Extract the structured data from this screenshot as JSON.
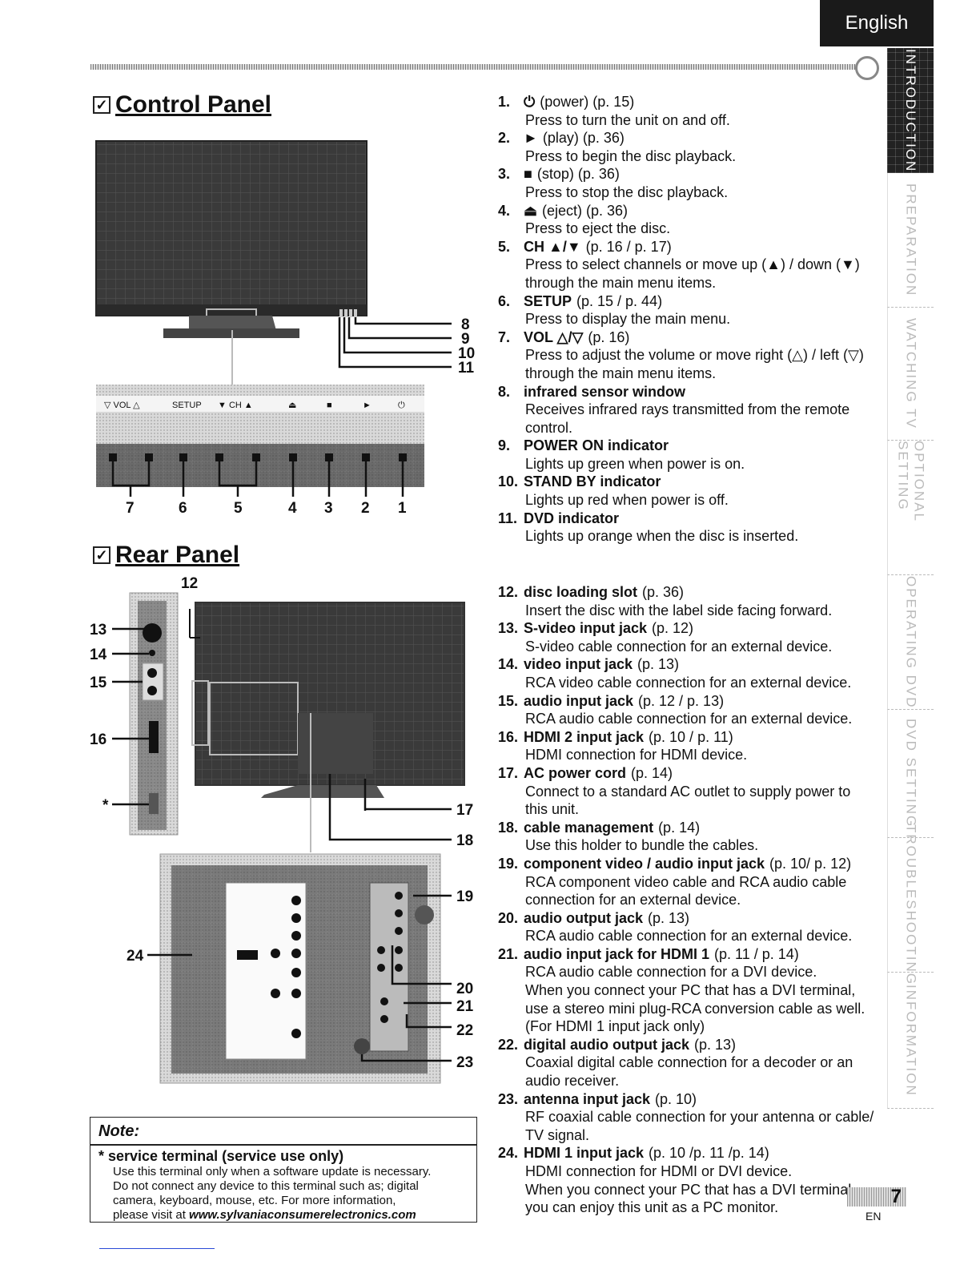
{
  "header": {
    "language": "English"
  },
  "side_tabs": [
    "INTRODUCTION",
    "PREPARATION",
    "WATCHING TV",
    "OPTIONAL SETTING",
    "OPERATING DVD",
    "DVD SETTING",
    "TROUBLESHOOTING",
    "INFORMATION"
  ],
  "control_panel": {
    "title": "Control Panel",
    "button_labels": [
      "▽ VOL △",
      "SETUP",
      "▼ CH ▲",
      "⏏",
      "■",
      "►",
      "⏻"
    ],
    "callouts_right": [
      "8",
      "9",
      "10",
      "11"
    ],
    "callouts_bottom": [
      "7",
      "6",
      "5",
      "4",
      "3",
      "2",
      "1"
    ]
  },
  "rear_panel": {
    "title": "Rear Panel",
    "callouts_left": [
      "13",
      "14",
      "15",
      "16",
      "*"
    ],
    "callout_top": "12",
    "callouts_right": [
      "17",
      "18",
      "19",
      "20",
      "21",
      "22",
      "23"
    ],
    "callout_24": "24"
  },
  "items": [
    {
      "num": "1.",
      "name": "⏻",
      "ref": "(power) (p. 15)",
      "desc": [
        "Press to turn the unit on and off."
      ]
    },
    {
      "num": "2.",
      "name": "►",
      "ref": "(play) (p. 36)",
      "desc": [
        "Press to begin the disc playback."
      ]
    },
    {
      "num": "3.",
      "name": "■",
      "ref": "(stop) (p. 36)",
      "desc": [
        "Press to stop the disc playback."
      ]
    },
    {
      "num": "4.",
      "name": "⏏",
      "ref": "(eject) (p. 36)",
      "desc": [
        "Press to eject the disc."
      ]
    },
    {
      "num": "5.",
      "name": "CH ▲/▼",
      "ref": "(p. 16 / p. 17)",
      "desc": [
        "Press to select channels or move up (▲) / down (▼)",
        "through the main menu items."
      ]
    },
    {
      "num": "6.",
      "name": "SETUP",
      "ref": "(p. 15 / p. 44)",
      "desc": [
        "Press to display the main menu."
      ]
    },
    {
      "num": "7.",
      "name": "VOL △/▽",
      "ref": "(p. 16)",
      "desc": [
        "Press to adjust the volume or move right (△) / left (▽)",
        "through the main menu items."
      ]
    },
    {
      "num": "8.",
      "name": "infrared sensor window",
      "ref": "",
      "desc": [
        "Receives infrared rays transmitted from the remote",
        "control."
      ]
    },
    {
      "num": "9.",
      "name": "POWER ON indicator",
      "ref": "",
      "desc": [
        "Lights up green when power is on."
      ]
    },
    {
      "num": "10.",
      "name": "STAND BY indicator",
      "ref": "",
      "desc": [
        "Lights up red when power is off."
      ]
    },
    {
      "num": "11.",
      "name": "DVD indicator",
      "ref": "",
      "desc": [
        "Lights up orange when the disc is inserted."
      ]
    }
  ],
  "items2": [
    {
      "num": "12.",
      "name": "disc loading slot",
      "ref": "(p. 36)",
      "desc": [
        "Insert the disc with the label side facing forward."
      ]
    },
    {
      "num": "13.",
      "name": "S-video input jack",
      "ref": "(p. 12)",
      "desc": [
        "S-video cable connection for an external device."
      ]
    },
    {
      "num": "14.",
      "name": "video input jack",
      "ref": "(p. 13)",
      "desc": [
        "RCA video cable connection for an external device."
      ]
    },
    {
      "num": "15.",
      "name": "audio input jack",
      "ref": "(p. 12 / p. 13)",
      "desc": [
        "RCA audio cable connection for an external device."
      ]
    },
    {
      "num": "16.",
      "name": "HDMI 2 input jack",
      "ref": "(p. 10 / p. 11)",
      "desc": [
        "HDMI connection for HDMI device."
      ]
    },
    {
      "num": "17.",
      "name": "AC power cord",
      "ref": "(p. 14)",
      "desc": [
        "Connect to a standard AC outlet to supply power to",
        "this unit."
      ]
    },
    {
      "num": "18.",
      "name": "cable management",
      "ref": "(p. 14)",
      "desc": [
        "Use this holder to bundle the cables."
      ]
    },
    {
      "num": "19.",
      "name": "component video / audio input jack",
      "ref": "(p. 10/ p. 12)",
      "desc": [
        "RCA component video cable and RCA audio cable",
        "connection for an external device."
      ]
    },
    {
      "num": "20.",
      "name": "audio output jack",
      "ref": "(p. 13)",
      "desc": [
        "RCA audio cable connection for an external device."
      ]
    },
    {
      "num": "21.",
      "name": "audio input jack for HDMI 1",
      "ref": "(p. 11 / p. 14)",
      "desc": [
        "RCA audio cable connection for a DVI device.",
        "When you connect your PC that has a DVI terminal,",
        "use a stereo mini plug-RCA conversion cable as well.",
        "(For HDMI 1 input jack only)"
      ]
    },
    {
      "num": "22.",
      "name": "digital audio output jack",
      "ref": "(p. 13)",
      "desc": [
        "Coaxial digital cable connection for a decoder or an",
        "audio receiver."
      ]
    },
    {
      "num": "23.",
      "name": "antenna input jack",
      "ref": "(p. 10)",
      "desc": [
        "RF coaxial cable connection for your antenna or cable/",
        "TV signal."
      ]
    },
    {
      "num": "24.",
      "name": "HDMI 1 input jack",
      "ref": "(p. 10 /p. 11 /p. 14)",
      "desc": [
        "HDMI connection for HDMI or DVI device.",
        "When you connect your PC that has a DVI terminal,",
        "you can enjoy this unit as a PC monitor."
      ]
    }
  ],
  "note": {
    "title": "Note:",
    "item_title": "* service terminal (service use only)",
    "body": [
      "Use this terminal only when a software update is necessary.",
      "Do not connect any device to this terminal such as; digital",
      "camera, keyboard, mouse, etc. For more information,",
      "please visit at "
    ],
    "url": "www.sylvaniaconsumerelectronics.com"
  },
  "footer": {
    "page": "7",
    "lang": "EN"
  }
}
